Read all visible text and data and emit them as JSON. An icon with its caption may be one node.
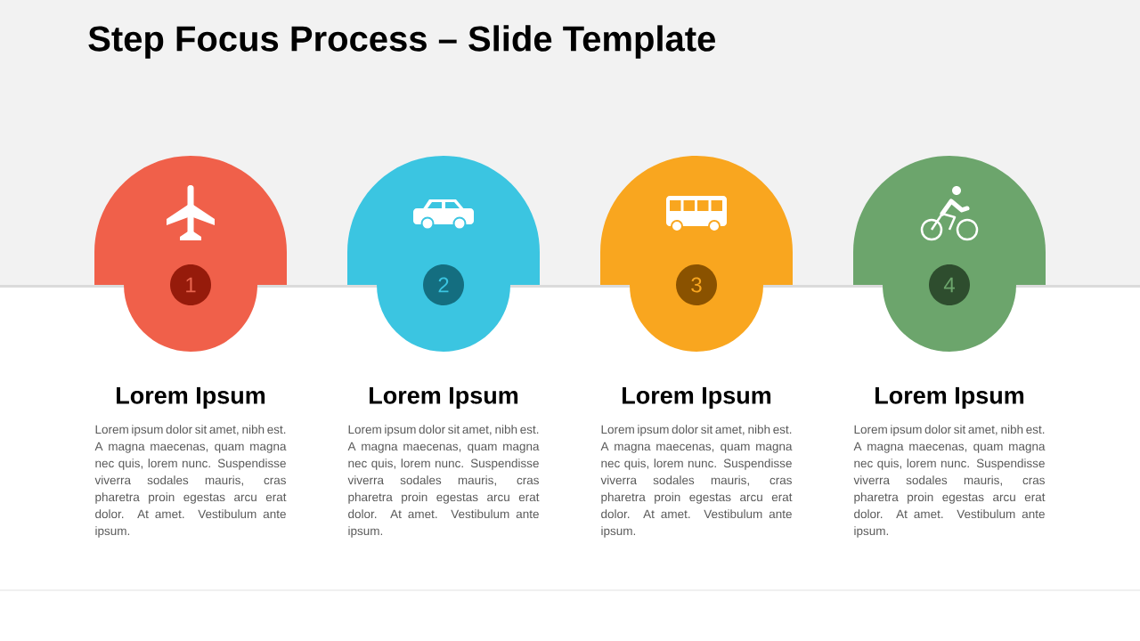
{
  "diagram": {
    "title": "Step Focus Process – Slide Template",
    "nodes": [
      {
        "text": [
          "1"
        ],
        "beside": [
          "Lorem Ipsum",
          "Lorem ipsum dolor sit amet, nibh est. A magna maecenas, quam magna nec quis, lorem nunc. Suspendisse viverra sodales mauris, cras pharetra proin egestas arcu erat dolor. At amet. Vestibulum ante ipsum."
        ]
      },
      {
        "text": [
          "2"
        ],
        "beside": [
          "Lorem Ipsum",
          "Lorem ipsum dolor sit amet, nibh est. A magna maecenas, quam magna nec quis, lorem nunc. Suspendisse viverra sodales mauris, cras pharetra proin egestas arcu erat dolor. At amet. Vestibulum ante ipsum."
        ]
      },
      {
        "text": [
          "3"
        ],
        "beside": [
          "Lorem Ipsum",
          "Lorem ipsum dolor sit amet, nibh est. A magna maecenas, quam magna nec quis, lorem nunc. Suspendisse viverra sodales mauris, cras pharetra proin egestas arcu erat dolor. At amet. Vestibulum ante ipsum."
        ]
      },
      {
        "text": [
          "4"
        ],
        "beside": [
          "Lorem Ipsum",
          "Lorem ipsum dolor sit amet, nibh est. A magna maecenas, quam magna nec quis, lorem nunc. Suspendisse viverra sodales mauris, cras pharetra proin egestas arcu erat dolor. At amet. Vestibulum ante ipsum."
        ]
      }
    ]
  }
}
